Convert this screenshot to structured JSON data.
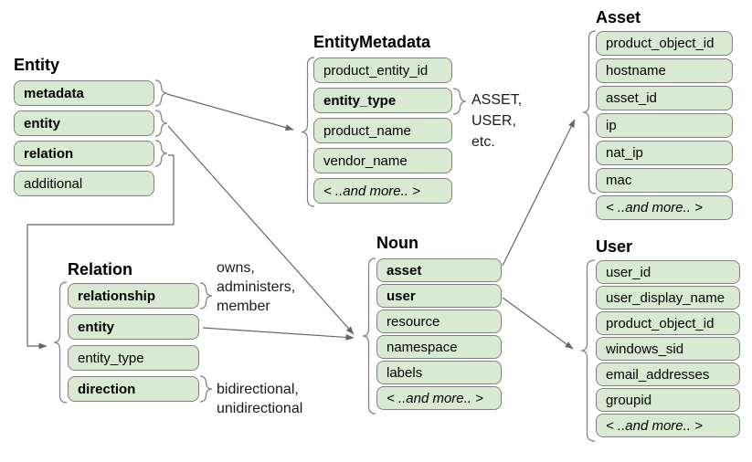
{
  "palette": {
    "background": "#ffffff",
    "field_fill": "#d9ead3",
    "field_border": "#808080",
    "connector": "#666666",
    "text": "#000000"
  },
  "boxes": [
    {
      "name": "entity",
      "title": "Entity",
      "fields": [
        {
          "label": "metadata",
          "bold": true
        },
        {
          "label": "entity",
          "bold": true
        },
        {
          "label": "relation",
          "bold": true
        },
        {
          "label": "additional"
        }
      ]
    },
    {
      "name": "entity_metadata",
      "title": "EntityMetadata",
      "fields": [
        {
          "label": "product_entity_id"
        },
        {
          "label": "entity_type",
          "bold": true
        },
        {
          "label": "product_name"
        },
        {
          "label": "vendor_name"
        },
        {
          "label": "< ..and more.. >",
          "italic": true
        }
      ]
    },
    {
      "name": "asset",
      "title": "Asset",
      "fields": [
        {
          "label": "product_object_id"
        },
        {
          "label": "hostname"
        },
        {
          "label": "asset_id"
        },
        {
          "label": "ip"
        },
        {
          "label": "nat_ip"
        },
        {
          "label": "mac"
        },
        {
          "label": "< ..and more.. >",
          "italic": true
        }
      ]
    },
    {
      "name": "relation",
      "title": "Relation",
      "fields": [
        {
          "label": "relationship",
          "bold": true
        },
        {
          "label": "entity",
          "bold": true
        },
        {
          "label": "entity_type"
        },
        {
          "label": "direction",
          "bold": true
        }
      ]
    },
    {
      "name": "noun",
      "title": "Noun",
      "fields": [
        {
          "label": "asset",
          "bold": true
        },
        {
          "label": "user",
          "bold": true
        },
        {
          "label": "resource"
        },
        {
          "label": "namespace"
        },
        {
          "label": "labels"
        },
        {
          "label": "< ..and more.. >",
          "italic": true
        }
      ]
    },
    {
      "name": "user",
      "title": "User",
      "fields": [
        {
          "label": "user_id"
        },
        {
          "label": "user_display_name"
        },
        {
          "label": "product_object_id"
        },
        {
          "label": "windows_sid"
        },
        {
          "label": "email_addresses"
        },
        {
          "label": "groupid"
        },
        {
          "label": "< ..and more.. >",
          "italic": true
        }
      ]
    }
  ],
  "annotations": [
    {
      "name": "entity_type_values",
      "lines": [
        "ASSET,",
        "USER,",
        "etc."
      ]
    },
    {
      "name": "relationship_values",
      "lines": [
        "owns,",
        "administers,",
        "member"
      ]
    },
    {
      "name": "direction_values",
      "lines": [
        "bidirectional,",
        "unidirectional"
      ]
    }
  ]
}
